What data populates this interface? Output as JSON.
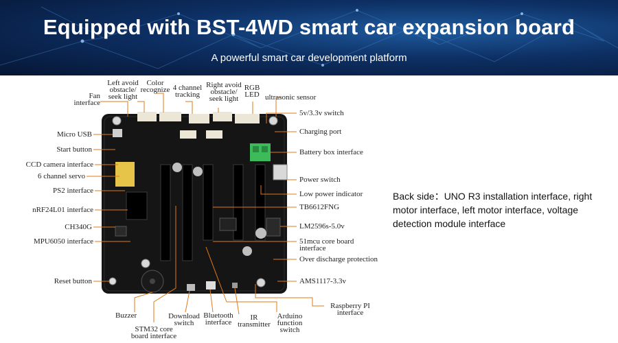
{
  "banner": {
    "title": "Equipped with BST-4WD smart car expansion board",
    "subtitle": "A powerful smart car development platform"
  },
  "labels": {
    "fan": "Fan\ninterface",
    "left_avoid": "Left avoid\nobstacle/\nseek light",
    "color": "Color\nrecognize",
    "tracking": "4 channel\ntracking",
    "right_avoid": "Right avoid\nobstacle/\nseek light",
    "rgb": "RGB\nLED",
    "ultrasonic": "ultrasonic sensor",
    "micro_usb": "Micro USB",
    "start_button": "Start button",
    "ccd": "CCD camera interface",
    "servo": "6 channel servo",
    "ps2": "PS2 interface",
    "nrf": "nRF24L01 interface",
    "ch340": "CH340G",
    "mpu": "MPU6050 interface",
    "reset": "Reset button",
    "buzzer": "Buzzer",
    "stm32": "STM32 core\nboard interface",
    "download": "Download\nswitch",
    "bluetooth": "Bluetooth\ninterface",
    "ir": "IR\ntransmitter",
    "arduino": "Arduino\nfunction\nswitch",
    "raspberry": "Raspberry PI\ninterface",
    "switch_5v": "5v/3.3v switch",
    "charging": "Charging port",
    "battery": "Battery box interface",
    "power_switch": "Power switch",
    "low_power": "Low power indicator",
    "tb6612": "TB6612FNG",
    "lm2596": "LM2596s-5.0v",
    "mcu51": "51mcu core board\ninterface",
    "over_discharge": "Over discharge protection",
    "ams": "AMS1117-3.3v"
  },
  "back_side": "Back side：UNO R3 installation interface, right motor interface, left motor interface, voltage detection module interface",
  "colors": {
    "leader_line": "#e07a1a",
    "board": "#121212",
    "banner_dark": "#061634"
  }
}
